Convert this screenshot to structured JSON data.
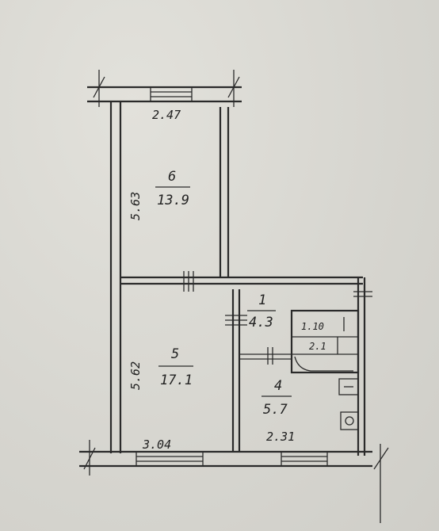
{
  "plan": {
    "dims": {
      "top_width": "2.47",
      "upper_height": "5.63",
      "lower_height": "5.62",
      "bottom_left_width": "3.04",
      "bottom_right_width": "2.31"
    },
    "rooms": [
      {
        "num": "6",
        "area": "13.9"
      },
      {
        "num": "5",
        "area": "17.1"
      },
      {
        "num": "1",
        "area": "4.3"
      },
      {
        "num": "4",
        "area": "5.7"
      },
      {
        "num": "",
        "area": "1.10"
      },
      {
        "num": "",
        "area": "2.1"
      }
    ]
  }
}
